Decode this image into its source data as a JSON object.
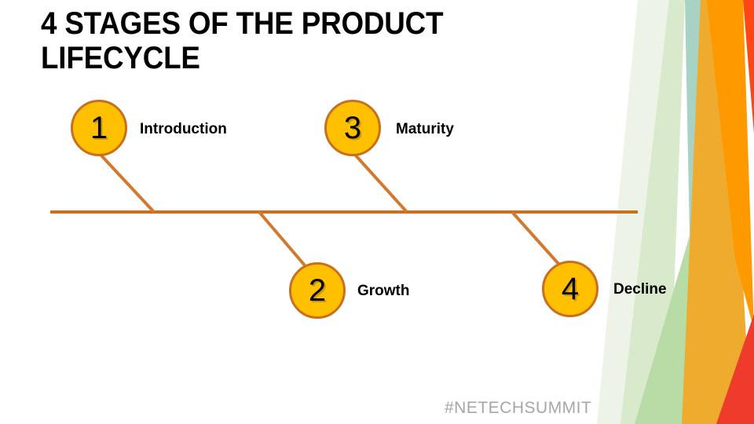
{
  "slide": {
    "title": "4 STAGES OF THE PRODUCT LIFECYCLE",
    "background_color": "#FFFFFF",
    "hashtag": "#NETECHSUMMIT",
    "hashtag_color": "#A6A6A6"
  },
  "diagram": {
    "type": "fishbone-timeline",
    "spine_color": "#C9701F",
    "bubble_fill": "#FFC000",
    "bubble_border": "#C9701F",
    "label_color": "#000000",
    "stages": [
      {
        "number": "1",
        "label": "Introduction",
        "position": "above"
      },
      {
        "number": "2",
        "label": "Growth",
        "position": "below"
      },
      {
        "number": "3",
        "label": "Maturity",
        "position": "above"
      },
      {
        "number": "4",
        "label": "Decline",
        "position": "below"
      }
    ]
  },
  "decoration": {
    "name": "facet-corner-bands",
    "colors": {
      "pale_green": "#EDF4E7",
      "mint_green": "#C7E2B4",
      "medium_green": "#A9D18E",
      "teal_green": "#A8D3C4",
      "amber": "#EFAB2E",
      "orange": "#FF9900",
      "red_orange": "#FF4713",
      "red": "#EE3B2B"
    }
  }
}
